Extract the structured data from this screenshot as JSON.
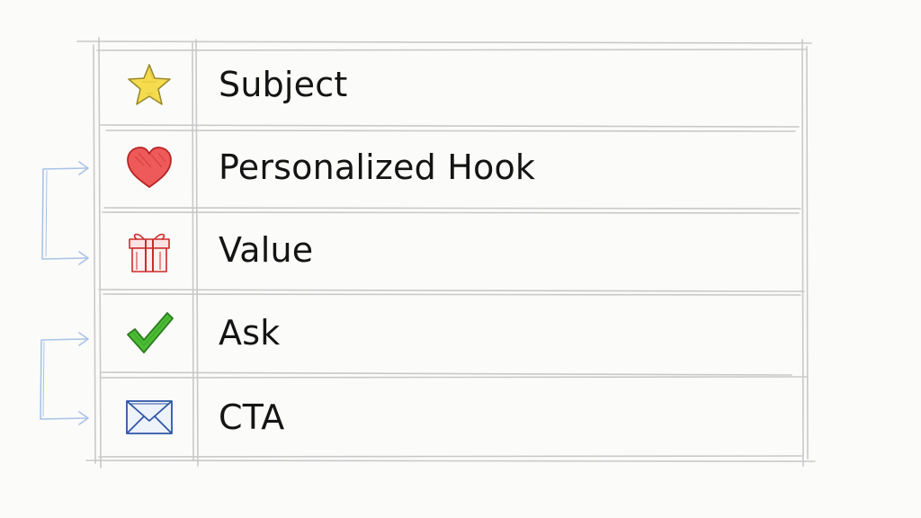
{
  "rows": [
    {
      "label": "Subject",
      "icon": "star-icon",
      "icon_color": "#f2d63a"
    },
    {
      "label": "Personalized Hook",
      "icon": "heart-icon",
      "icon_color": "#e23b3b"
    },
    {
      "label": "Value",
      "icon": "gift-icon",
      "icon_color": "#d82b2b"
    },
    {
      "label": "Ask",
      "icon": "checkmark-icon",
      "icon_color": "#3aa52a"
    },
    {
      "label": "CTA",
      "icon": "envelope-icon",
      "icon_color": "#3157a8"
    }
  ],
  "connectors": [
    {
      "from": "Personalized Hook",
      "to": "Value",
      "color": "#a9c3e6"
    },
    {
      "from": "Ask",
      "to": "CTA",
      "color": "#a9c3e6"
    }
  ],
  "colors": {
    "grid_line": "#c9c9c9",
    "text": "#141414",
    "background": "#fbfbfa"
  }
}
